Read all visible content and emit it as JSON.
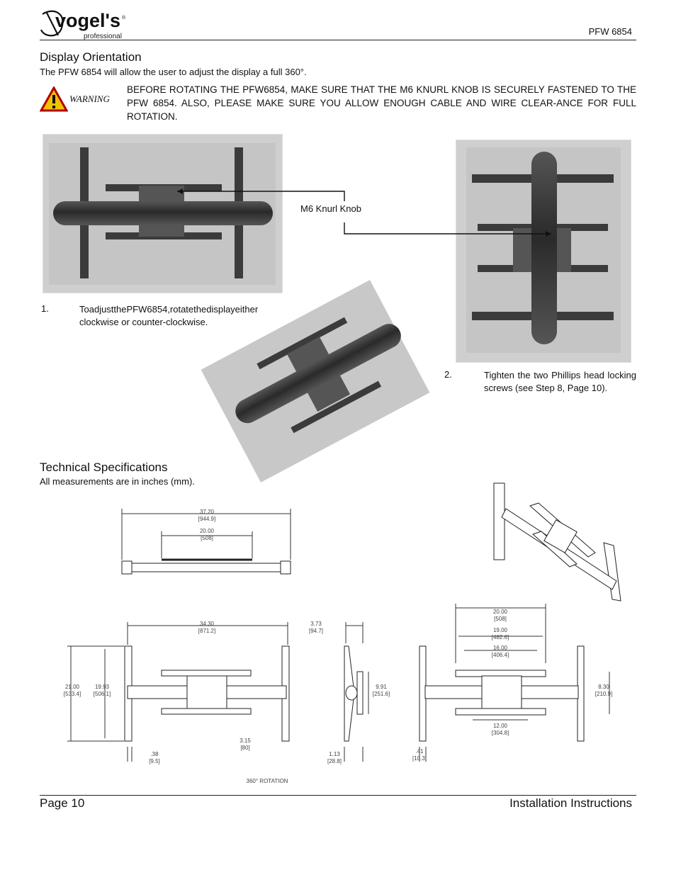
{
  "header": {
    "logo_text": "vogel's",
    "logo_sub": "professional",
    "logo_reg": "®",
    "model": "PFW 6854"
  },
  "orientation": {
    "title": "Display Orientation",
    "intro": "The PFW 6854 will allow the user to adjust the display a full 360°.",
    "warning_label": "WARNING",
    "warning_text": "BEFORE ROTATING THE PFW6854, MAKE SURE THAT THE M6 KNURL KNOB IS SECURELY FASTENED TO THE PFW 6854. ALSO, PLEASE MAKE SURE YOU ALLOW ENOUGH CABLE AND WIRE CLEAR-ANCE FOR FULL ROTATION.",
    "callout": "M6 Knurl Knob",
    "steps": [
      {
        "num": "1.",
        "text": "ToadjustthePFW6854,rotatethedisplayeither clockwise or counter-clockwise."
      },
      {
        "num": "2.",
        "text": "Tighten the two Phillips head locking screws (see Step 8, Page 10)."
      }
    ]
  },
  "specs": {
    "title": "Technical Specifications",
    "subtitle": "All measurements are in inches (mm).",
    "rotation_label": "360° ROTATION",
    "dims": {
      "top_overall": [
        "37.20",
        "[944.9]"
      ],
      "top_inner": [
        "20.00",
        "[508]"
      ],
      "front_width": [
        "34.30",
        "[871.2]"
      ],
      "front_h1": [
        "21.00",
        "[533.4]"
      ],
      "front_h2": [
        "19.93",
        "[506.1]"
      ],
      "front_bottom": [
        "3.15",
        "[80]"
      ],
      "front_edge": [
        ".38",
        "[9.5]"
      ],
      "side_top": [
        "3.73",
        "[94.7]"
      ],
      "side_h": [
        "9.91",
        "[251.6]"
      ],
      "side_bottom": [
        "1.13",
        "[28.8]"
      ],
      "right_w1": [
        "20.00",
        "[508]"
      ],
      "right_w2": [
        "19.00",
        "[482.6]"
      ],
      "right_w3": [
        "16.00",
        "[406.4]"
      ],
      "right_w4": [
        "12.00",
        "[304.8]"
      ],
      "right_h": [
        "8.30",
        "[210.9]"
      ],
      "right_edge": [
        ".41",
        "[10.3]"
      ]
    }
  },
  "footer": {
    "page": "Page 10",
    "doc": "Installation Instructions"
  }
}
